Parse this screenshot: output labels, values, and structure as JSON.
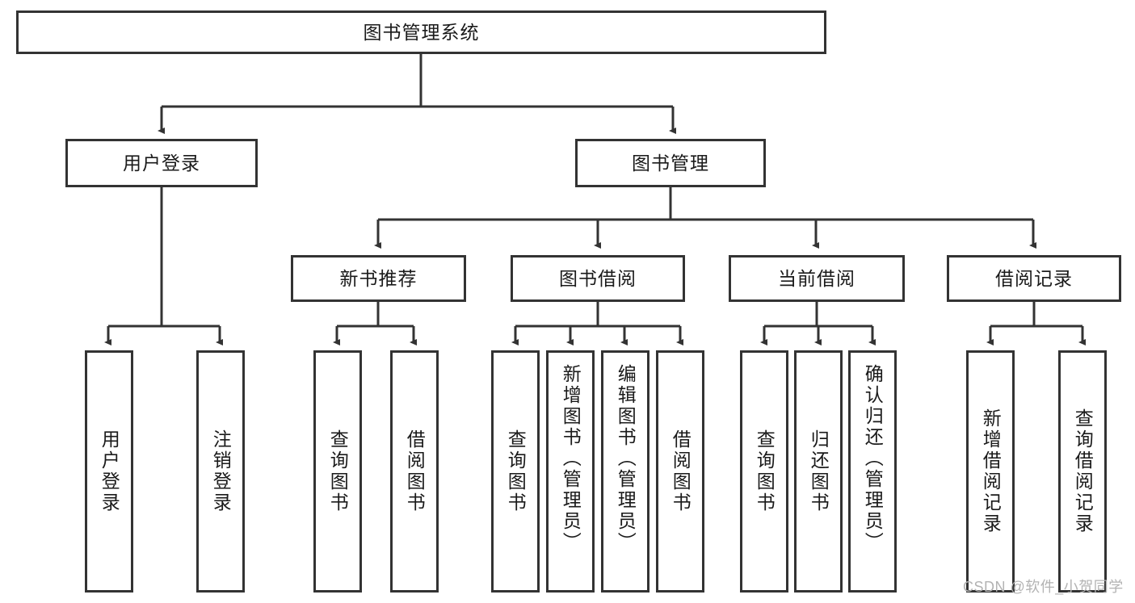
{
  "diagram": {
    "title": "图书管理系统",
    "type": "hierarchy-tree",
    "watermark": "CSDN @软件_小贺同学",
    "colors": {
      "box_border": "#333333",
      "box_fill": "#ffffff",
      "edge": "#333333",
      "text": "#1a1a1a",
      "watermark": "#b3b3b3"
    },
    "nodes": {
      "root": {
        "label": "图书管理系统",
        "level": 1
      },
      "user_login": {
        "label": "用户登录",
        "level": 2
      },
      "book_manage": {
        "label": "图书管理",
        "level": 2
      },
      "new_book_rec": {
        "label": "新书推荐",
        "level": 3
      },
      "book_borrow": {
        "label": "图书借阅",
        "level": 3
      },
      "current_borrow": {
        "label": "当前借阅",
        "level": 3
      },
      "borrow_record": {
        "label": "借阅记录",
        "level": 3
      },
      "leaf_user_login": {
        "label": "用户登录",
        "level": 4
      },
      "leaf_logout": {
        "label": "注销登录",
        "level": 4
      },
      "leaf_query_book_1": {
        "label": "查询图书",
        "level": 4
      },
      "leaf_borrow_book_1": {
        "label": "借阅图书",
        "level": 4
      },
      "leaf_query_book_2": {
        "label": "查询图书",
        "level": 4
      },
      "leaf_add_book": {
        "label": "新增图书（管理员）",
        "level": 4
      },
      "leaf_edit_book": {
        "label": "编辑图书（管理员）",
        "level": 4
      },
      "leaf_borrow_book_2": {
        "label": "借阅图书",
        "level": 4
      },
      "leaf_query_book_3": {
        "label": "查询图书",
        "level": 4
      },
      "leaf_return_book": {
        "label": "归还图书",
        "level": 4
      },
      "leaf_confirm_return": {
        "label": "确认归还（管理员）",
        "level": 4
      },
      "leaf_add_record": {
        "label": "新增借阅记录",
        "level": 4
      },
      "leaf_query_record": {
        "label": "查询借阅记录",
        "level": 4
      }
    }
  }
}
